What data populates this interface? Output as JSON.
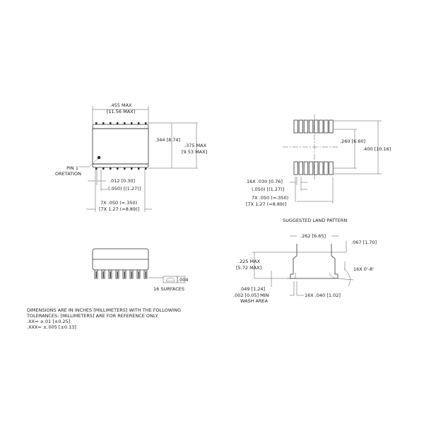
{
  "top_view": {
    "width_in": ".455 MAX",
    "width_mm": "[11.56 MAX]",
    "body_height": ".344 [8.74]",
    "overall_height_in": ".375 MAX",
    "overall_height_mm": "[9.53 MAX]",
    "pin1_line1": "PIN 1",
    "pin1_line2": "ORETATION",
    "lead_width": ".012 [0.30]",
    "lead_pitch": "(.050) [(1.27)]",
    "span_in": "7X .050 (=.350)",
    "span_mm": "[7X 1.27 (=8.89)]"
  },
  "land_pattern": {
    "inner": ".260 [6.60]",
    "outer": ".400 [10.16]",
    "pad_width": "16X .030 [0.76]",
    "pitch": "(.050) [(1.27)]",
    "span_in": "7X .050 (=.350)",
    "span_mm": "[7X 1.27 (=8.89)]",
    "caption": "SUGGESTED LAND PATTERN"
  },
  "side_view": {
    "flatness_value": ".004",
    "flatness_note": "16 SURFACES"
  },
  "end_view": {
    "body_width": ".262 [6.65]",
    "lead_offset": ".067 [1.70]",
    "height_in": ".225 MAX",
    "height_mm": "[5.72 MAX]",
    "angle": "16X 0'-8'",
    "standoff": ".049 [1.24]",
    "wash_line1": ".002 [0.05] MIN",
    "wash_line2": "WASH AREA",
    "lead_length": "16X .040 [1.02]"
  },
  "notes": [
    "DIMENSIONS ARE IN INCHES [MILLIMETERS] WITH THE FOLLOWING",
    "TOLERANCES:   [MILLIMETERS] ARE FOR REFERENCE ONLY.",
    ".XX=  ±.01      [±0.25]",
    ".XXX=  ±.005   [±0.13]"
  ]
}
